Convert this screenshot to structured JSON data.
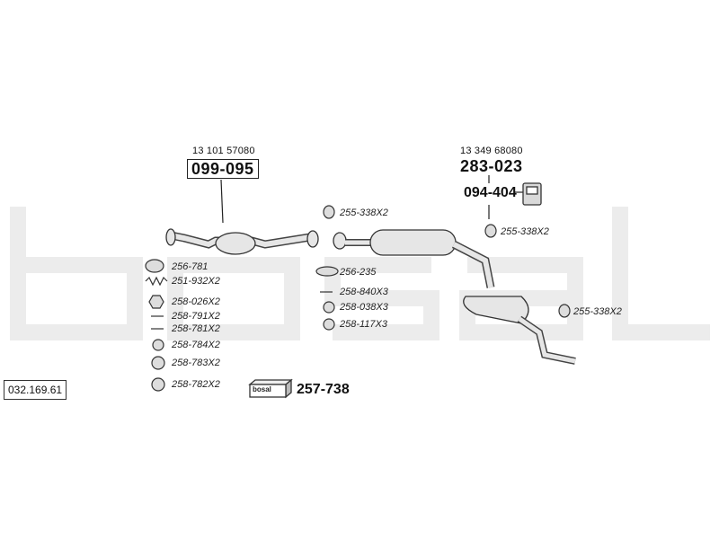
{
  "diagram": {
    "reference": "032.169.61",
    "watermark_text": "bosal",
    "assemblies": {
      "front_pipe": {
        "oem": "13 101 57080",
        "part": "099-095"
      },
      "rear_silencer": {
        "oem": "13 349 68080",
        "part": "283-023"
      },
      "rubber_mount": {
        "part": "094-404"
      },
      "fitting_kit": {
        "logo": "bosal",
        "part": "257-738"
      }
    },
    "parts_left": [
      "256-781",
      "251-932X2",
      "258-026X2",
      "258-791X2",
      "258-781X2",
      "258-784X2",
      "258-783X2",
      "258-782X2"
    ],
    "parts_middle": [
      "255-338X2",
      "256-235",
      "258-840X3",
      "258-038X3",
      "258-117X3"
    ],
    "parts_right": [
      "255-338X2",
      "255-338X2"
    ]
  }
}
